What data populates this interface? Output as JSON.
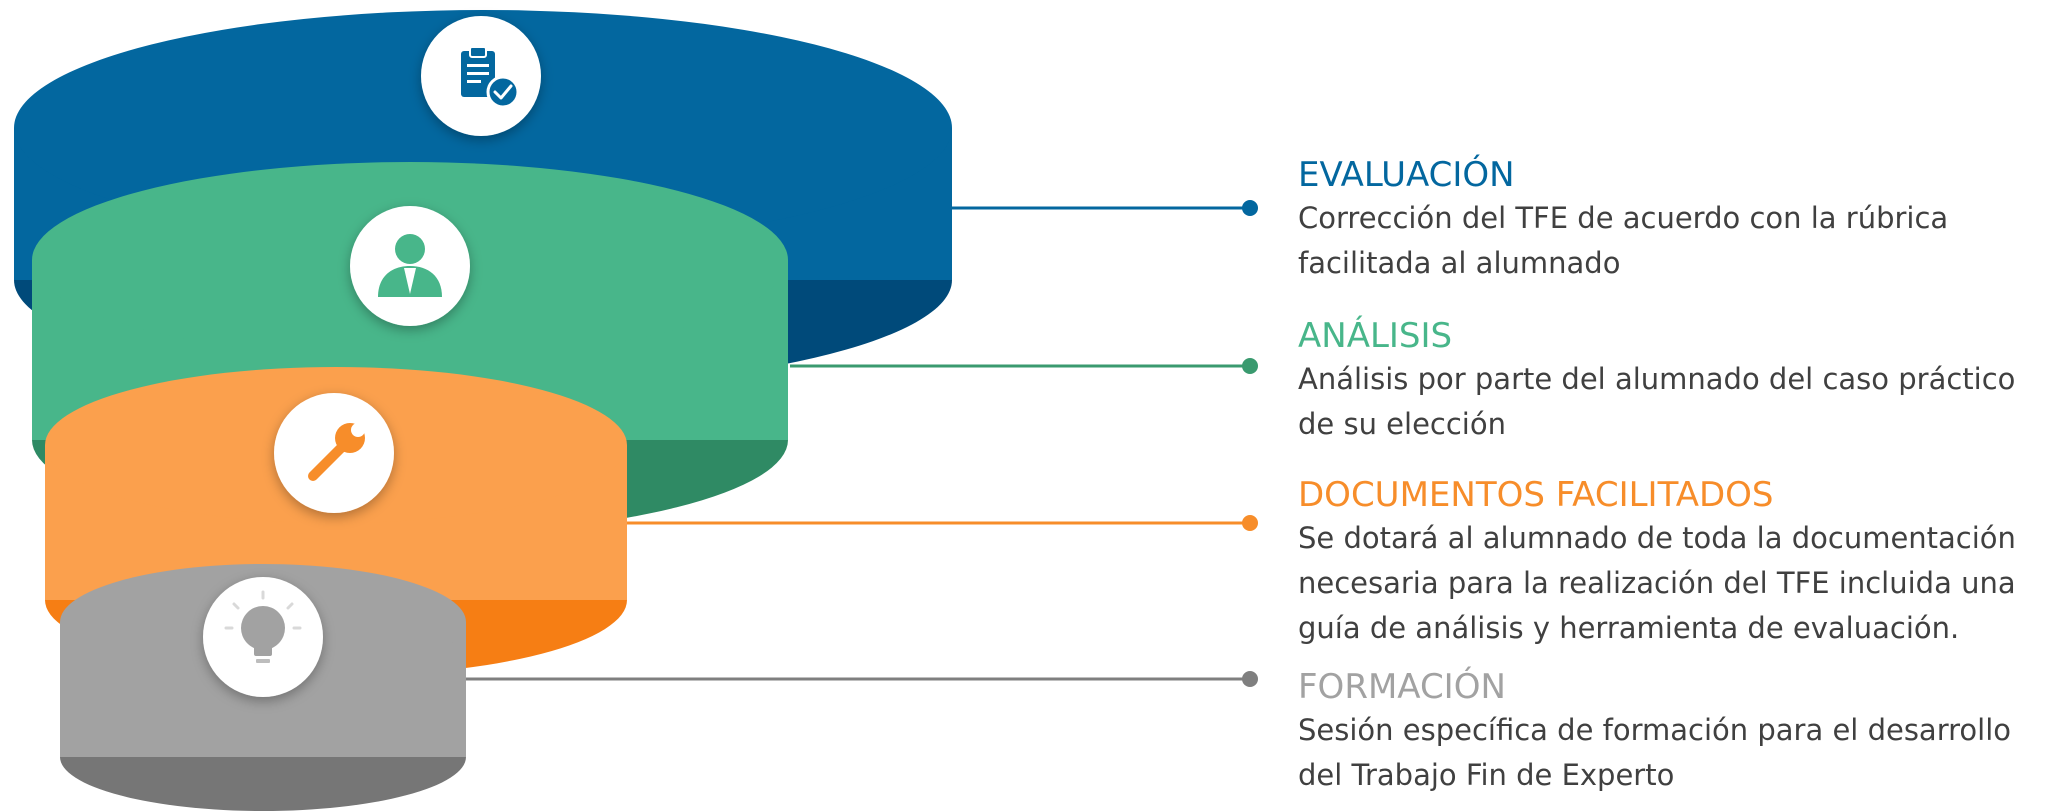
{
  "colors": {
    "evaluacion": "#03679f",
    "analisis": "#48b68a",
    "documentos": "#f78d2a",
    "formacion": "#a2a2a2"
  },
  "stages": [
    {
      "title": "EVALUACIÓN",
      "desc_lines": [
        "Corrección del TFE de acuerdo con la rúbrica",
        "facilitada al alumnado"
      ],
      "icon": "clipboard-check-icon"
    },
    {
      "title": "ANÁLISIS",
      "desc_lines": [
        "Análisis por parte del alumnado del caso práctico",
        "de su elección"
      ],
      "icon": "user-icon"
    },
    {
      "title": "DOCUMENTOS FACILITADOS",
      "desc_lines": [
        "Se dotará al alumnado de toda la documentación",
        "necesaria para la realización del TFE incluida una",
        "guía de análisis y herramienta de evaluación."
      ],
      "icon": "wrench-icon"
    },
    {
      "title": "FORMACIÓN",
      "desc_lines": [
        "Sesión específica de formación para el desarrollo",
        "del Trabajo Fin de Experto"
      ],
      "icon": "lightbulb-icon"
    }
  ]
}
